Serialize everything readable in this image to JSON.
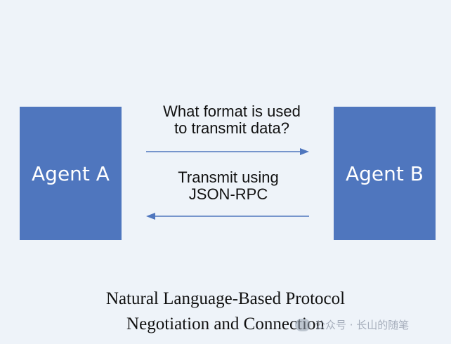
{
  "diagram": {
    "agent_a": {
      "label": "Agent A"
    },
    "agent_b": {
      "label": "Agent B"
    },
    "request_message": {
      "line1": "What format is used",
      "line2": "to transmit data?"
    },
    "response_message": {
      "line1": "Transmit using",
      "line2": "JSON-RPC"
    }
  },
  "caption": {
    "line1": "Natural Language-Based Protocol",
    "line2": "Negotiation and Connection"
  },
  "watermark": {
    "text": "公众号 · 长山的随笔",
    "icon": "wechat-icon"
  },
  "colors": {
    "background": "#eef3f9",
    "box": "#4f76be",
    "arrow": "#4f76be"
  }
}
